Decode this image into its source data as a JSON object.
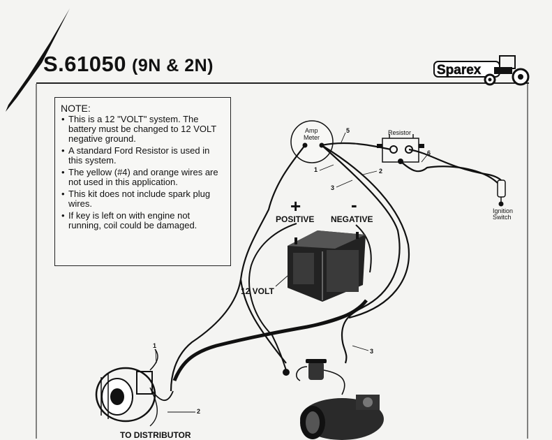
{
  "title": {
    "part_number": "S.61050",
    "models": "(9N & 2N)"
  },
  "logo": {
    "text": "Sparex"
  },
  "note": {
    "heading": "NOTE:",
    "items": [
      "This is a 12 \"VOLT\" system. The battery must be changed to 12 VOLT negative ground.",
      "A standard Ford Resistor is used in this system.",
      "The yellow (#4) and orange wires are not used in this application.",
      "This kit does not include spark plug wires.",
      "If key is left on with engine not running, coil could be damaged."
    ]
  },
  "labels": {
    "positive_sign": "+",
    "negative_sign": "-",
    "positive": "POSITIVE",
    "negative": "NEGATIVE",
    "battery": "12 VOLT",
    "amp_meter_line1": "Amp",
    "amp_meter_line2": "Meter",
    "resistor": "Resistor",
    "ignition_line1": "Ignition",
    "ignition_line2": "Switch",
    "to_distributor": "TO DISTRIBUTOR"
  },
  "wire_numbers": {
    "w1_top": "1",
    "w2_top": "2",
    "w3_top": "3",
    "w5": "5",
    "w6": "6",
    "w1_alt": "1",
    "w2_alt": "2",
    "w3_coil": "3"
  },
  "colors": {
    "ink": "#111111",
    "paper": "#f4f4f2"
  }
}
